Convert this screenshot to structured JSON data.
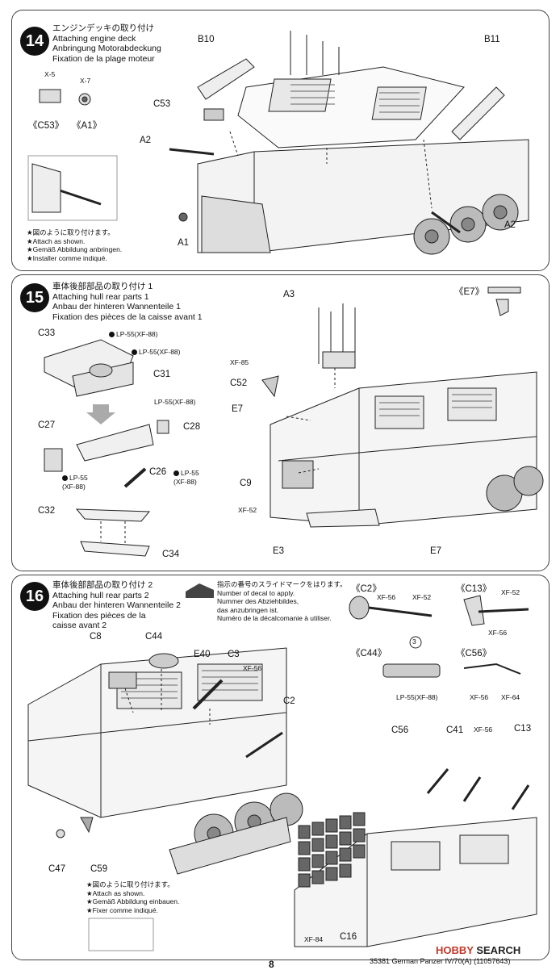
{
  "steps": [
    {
      "number": "14",
      "title_jp": "エンジンデッキの取り付け",
      "title_en": "Attaching engine deck",
      "title_de": "Anbringung Motorabdeckung",
      "title_fr": "Fixation de la plage moteur",
      "labels": [
        "B10",
        "B11",
        "C53",
        "A2",
        "A2",
        "A1",
        "X-5",
        "X-7",
        "《C53》",
        "《A1》"
      ],
      "note": [
        "★図のように取り付けます。",
        "★Attach as shown.",
        "★Gemäß Abbildung anbringen.",
        "★Installer comme indiqué."
      ]
    },
    {
      "number": "15",
      "title_jp": "車体後部部品の取り付け 1",
      "title_en": "Attaching hull rear parts 1",
      "title_de": "Anbau der hinteren Wannenteile 1",
      "title_fr": "Fixation des pièces de la caisse avant 1",
      "labels": [
        "C33",
        "C31",
        "C28",
        "C27",
        "C26",
        "C32",
        "C34",
        "A3",
        "XF-85",
        "C52",
        "E7",
        "C9",
        "XF-52",
        "E3",
        "E7",
        "《E7》"
      ],
      "paints": [
        "LP-55(XF-88)",
        "LP-55(XF-88)",
        "LP-55(XF-88)",
        "LP-55",
        "(XF-88)",
        "LP-55",
        "(XF-88)"
      ]
    },
    {
      "number": "16",
      "title_jp": "車体後部部品の取り付け 2",
      "title_en": "Attaching hull rear parts 2",
      "title_de": "Anbau der hinteren Wannenteile 2",
      "title_fr": "Fixation des pièces de la",
      "title_fr2": "caisse avant 2",
      "decal_note": [
        "指示の番号のスライドマークをはります。",
        "Number of decal to apply.",
        "Nummer des Abziehbildes,",
        "das anzubringen ist.",
        "Numéro de la décalcomanie à utiliser."
      ],
      "labels": [
        "C8",
        "C44",
        "E40",
        "C3",
        "XF-56",
        "C2",
        "C47",
        "C59",
        "《C2》",
        "《C13》",
        "《C44》",
        "《C56》",
        "C56",
        "C41",
        "C13",
        "C16"
      ],
      "paints": [
        "XF-56",
        "XF-52",
        "XF-52",
        "XF-56",
        "LP-55(XF-88)",
        "XF-56",
        "XF-64",
        "XF-56",
        "XF-84"
      ],
      "decal_num": "3",
      "note": [
        "★図のように取り付けます。",
        "★Attach as shown.",
        "★Gemäß Abbildung einbauen.",
        "★Fixer comme indiqué."
      ]
    }
  ],
  "page_number": "8",
  "footer": "35381  German Panzer IV/70(A) (11057643)",
  "watermark": {
    "brand1": "HOBBY",
    "brand2": "SEARCH"
  }
}
